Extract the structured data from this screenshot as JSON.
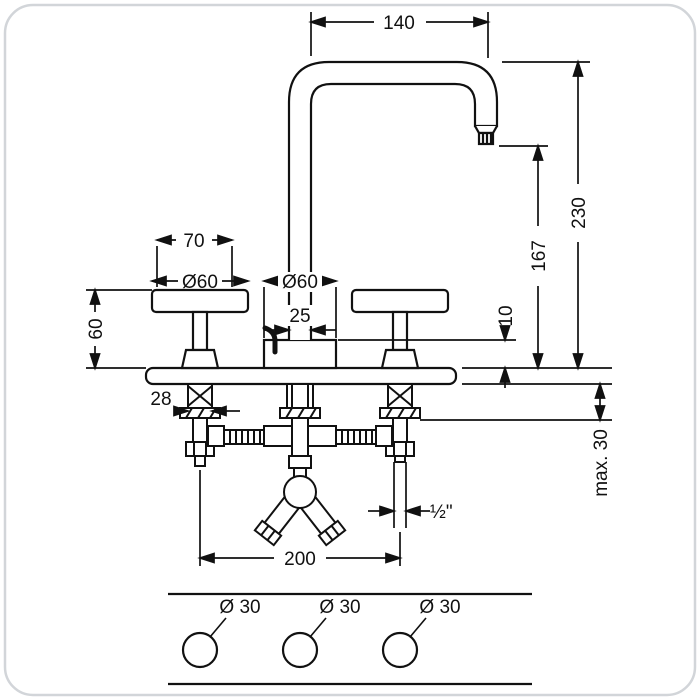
{
  "drawing": {
    "dims": {
      "spout_reach": "140",
      "height_total": "230",
      "outlet_height": "167",
      "escutcheon_height": "10",
      "handle_width": "70",
      "handle_diameter": "Ø60",
      "spout_base_diameter": "Ø60",
      "riser_width": "25",
      "handle_height": "60",
      "shank_width": "28",
      "max_counter_thickness": "max. 30",
      "connection_size": "½\"",
      "hole_spacing": "200"
    },
    "plan": {
      "hole_left": "Ø 30",
      "hole_center": "Ø 30",
      "hole_right": "Ø 30"
    }
  }
}
